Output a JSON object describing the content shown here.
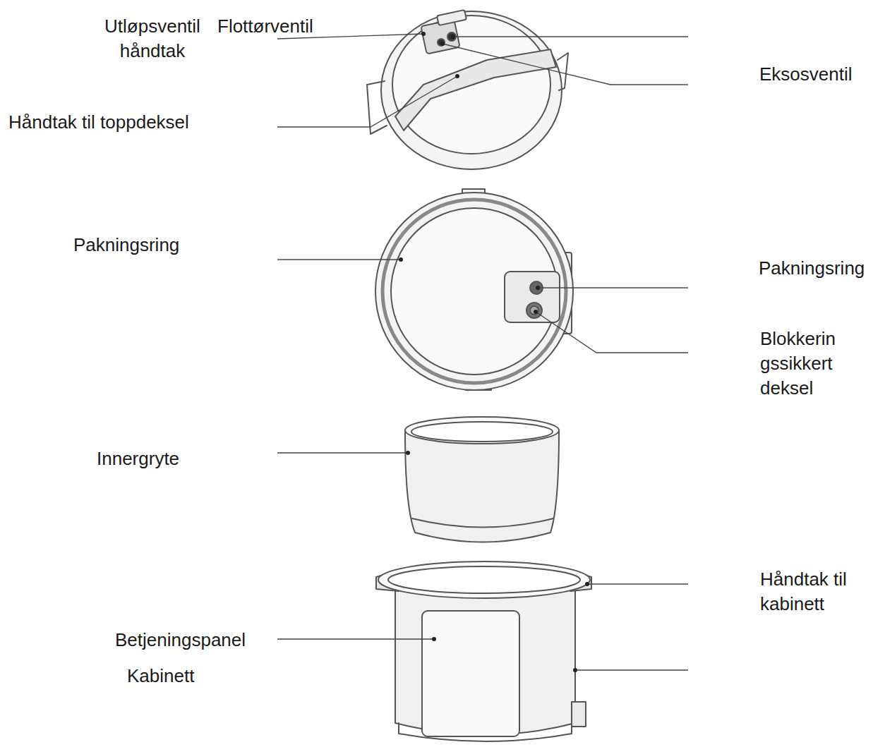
{
  "diagram": {
    "labels": [
      "Utløpsventil håndtak",
      "Flottørventil",
      "Eksosventil",
      "Håndtak til toppdeksel",
      "Pakningsring",
      "Pakningsring",
      "Blokkerin gssikkert deksel",
      "Innergryte",
      "Håndtak til kabinett",
      "Betjeningspanel",
      "Kabinett"
    ]
  }
}
